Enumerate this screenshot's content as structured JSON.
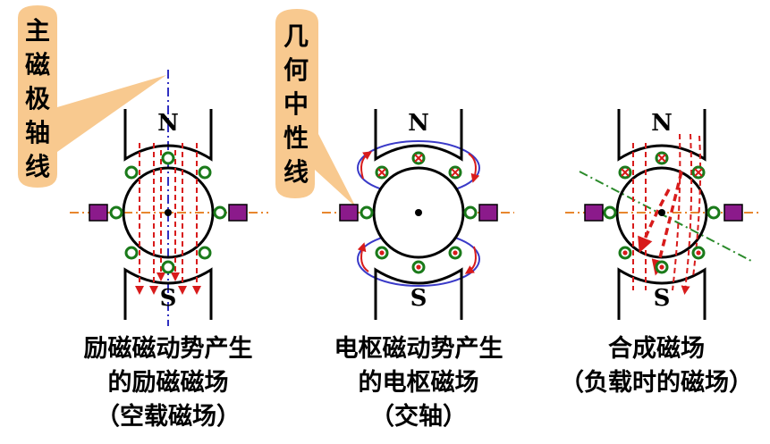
{
  "callouts": {
    "main_pole_axis": [
      "主",
      "磁",
      "极",
      "轴",
      "线"
    ],
    "geometric_neutral": [
      "几",
      "何",
      "中",
      "性",
      "线"
    ]
  },
  "poles": {
    "north": "N",
    "south": "S"
  },
  "captions": {
    "excitation": [
      "励磁磁动势产生",
      "的励磁磁场",
      "（空载磁场）"
    ],
    "armature": [
      "电枢磁动势产生",
      "的电枢磁场",
      "（交轴）"
    ],
    "resultant": [
      "合成磁场",
      "（负载时的磁场）"
    ]
  },
  "colors": {
    "callout_fill": "#f8c98f",
    "field_line": "#d81b1b",
    "armature_loop": "#3a3ac8",
    "brush": "#8b1a8b",
    "axis_orange": "#e8862e",
    "conductor": "#1a7a1a",
    "main_axis": "#3030c0",
    "shifted_axis": "#2a8a2a"
  }
}
